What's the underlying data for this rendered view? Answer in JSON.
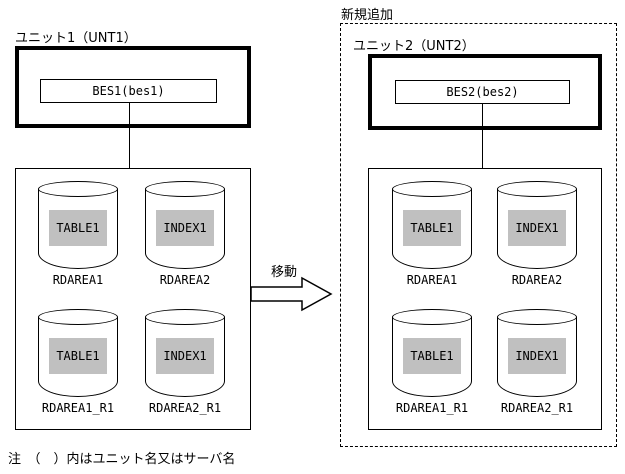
{
  "diagram": {
    "new_badge": "新規追加",
    "arrow_label": "移動",
    "note": "注　（　）内はユニット名又はサーバ名",
    "colors": {
      "line": "#000000",
      "object_fill": "#c0c0c0",
      "background": "#ffffff"
    },
    "unit1": {
      "title": "ユニット1（UNT1）",
      "server": "BES1(bes1)",
      "rdareas": [
        {
          "object": "TABLE1",
          "name": "RDAREA1"
        },
        {
          "object": "INDEX1",
          "name": "RDAREA2"
        },
        {
          "object": "TABLE1",
          "name": "RDAREA1_R1"
        },
        {
          "object": "INDEX1",
          "name": "RDAREA2_R1"
        }
      ]
    },
    "unit2": {
      "title": "ユニット2（UNT2）",
      "server": "BES2(bes2)",
      "rdareas": [
        {
          "object": "TABLE1",
          "name": "RDAREA1"
        },
        {
          "object": "INDEX1",
          "name": "RDAREA2"
        },
        {
          "object": "TABLE1",
          "name": "RDAREA1_R1"
        },
        {
          "object": "INDEX1",
          "name": "RDAREA2_R1"
        }
      ]
    }
  }
}
